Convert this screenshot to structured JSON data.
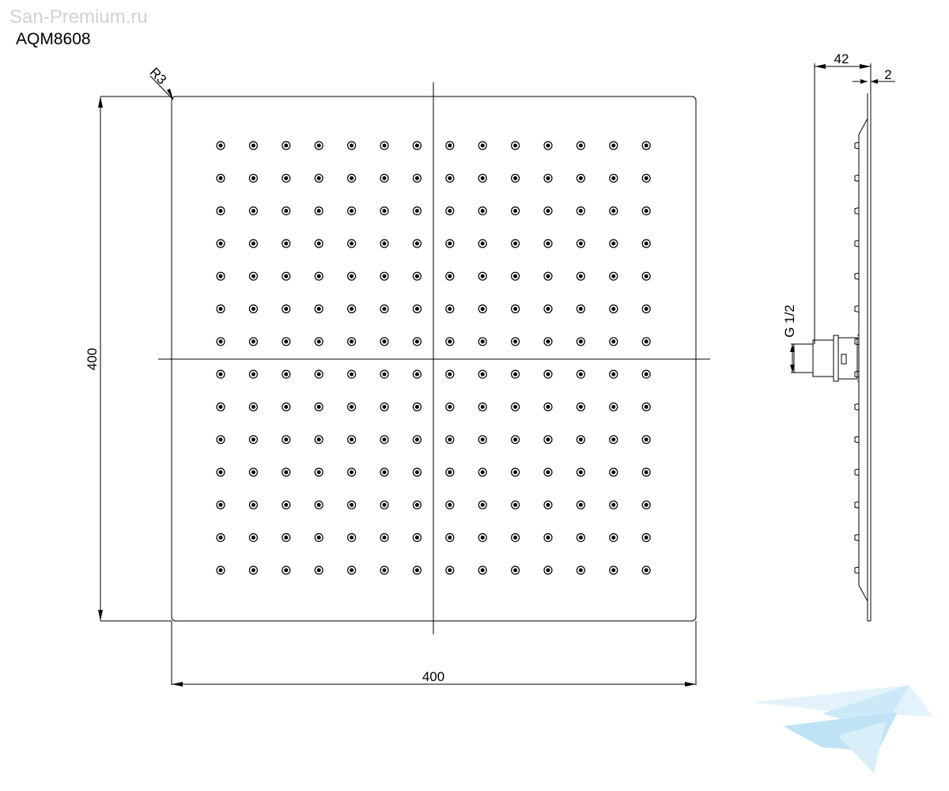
{
  "header": {
    "watermark": "San-Premium.ru",
    "model": "AQM8608"
  },
  "front_view": {
    "width_label": "400",
    "height_label": "400",
    "radius_label": "R3",
    "nozzle_grid": {
      "rows": 14,
      "columns": 14
    }
  },
  "side_view": {
    "depth_label": "42",
    "plate_label": "2",
    "thread_label": "G 1/2"
  },
  "colors": {
    "line": "#000000",
    "watermark_text": "#d2d2d2",
    "logo": "#bfe3f5"
  },
  "icons": {
    "logo": "sail-logo-icon"
  }
}
